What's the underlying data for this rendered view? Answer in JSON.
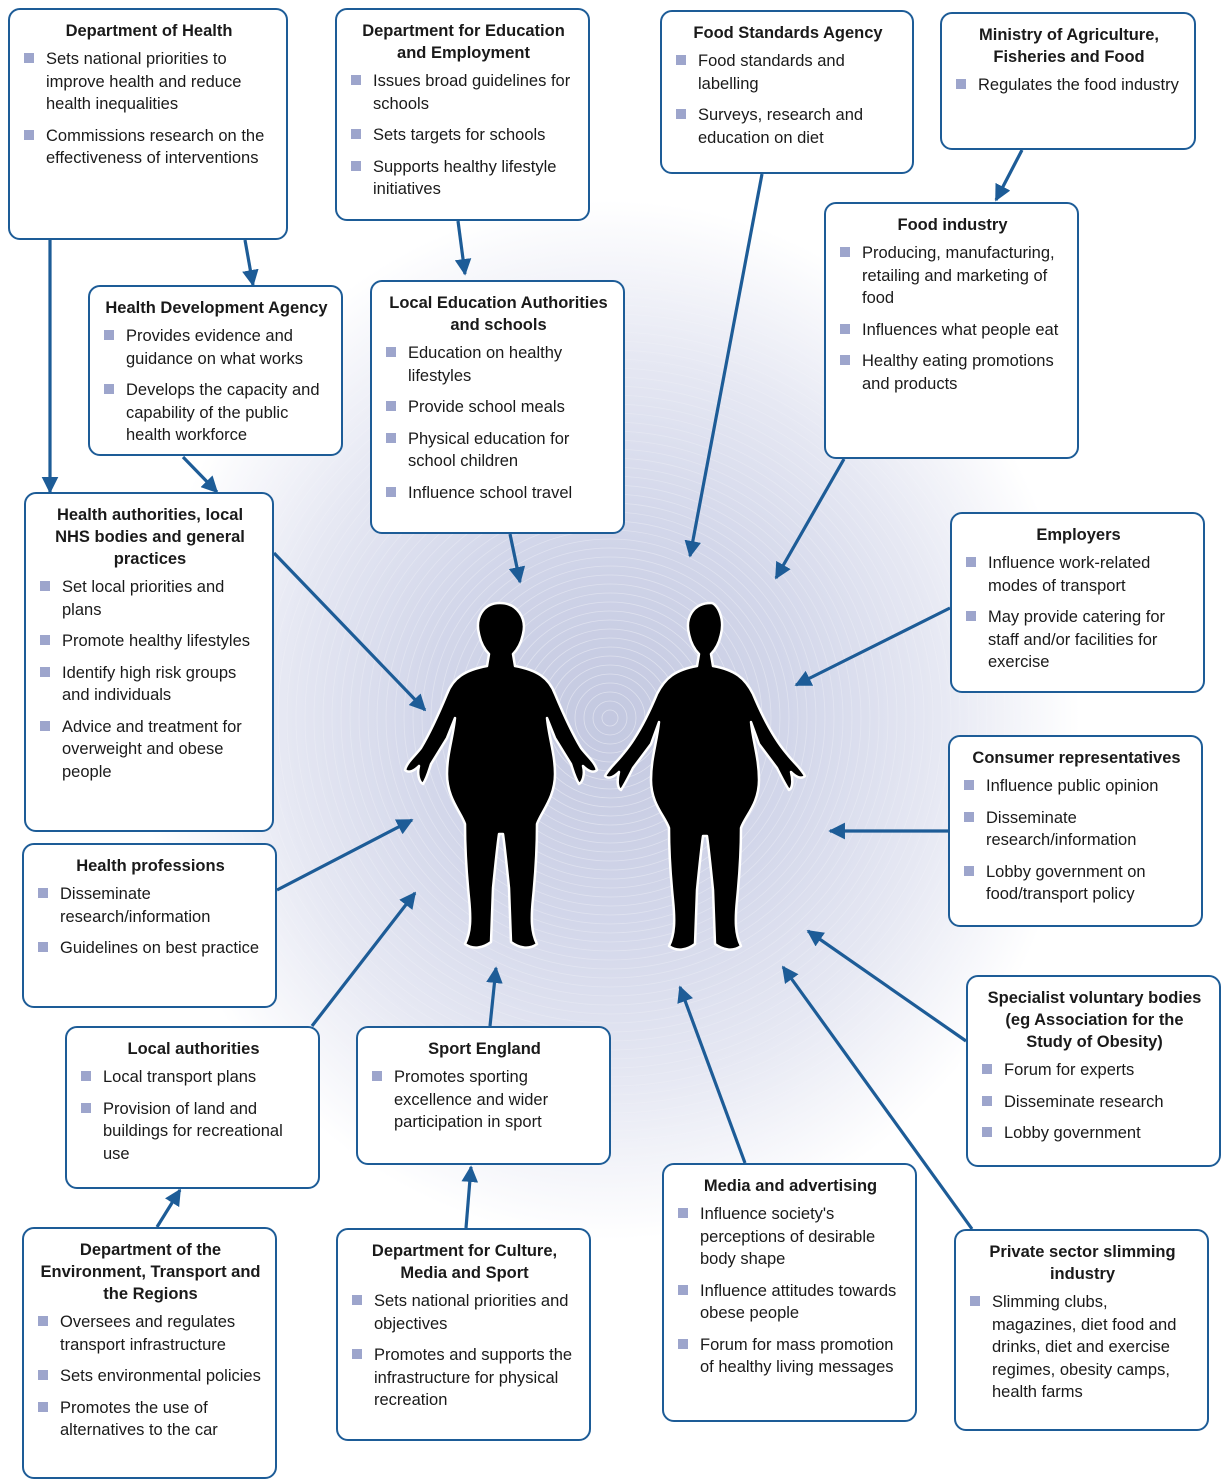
{
  "colors": {
    "border": "#1d5c97",
    "arrow": "#1d5c97",
    "bullet": "#9da5cc",
    "glow": "#c3c8e0"
  },
  "boxes": [
    {
      "key": "doh",
      "title": "Department of Health",
      "items": [
        "Sets national priorities to improve health and reduce health inequalities",
        "Commissions research on the effectiveness of interventions"
      ]
    },
    {
      "key": "dfee",
      "title": "Department for Education and Employment",
      "items": [
        "Issues broad guidelines for schools",
        "Sets targets for schools",
        "Supports healthy lifestyle initiatives"
      ]
    },
    {
      "key": "fsa",
      "title": "Food Standards Agency",
      "items": [
        "Food standards and labelling",
        "Surveys, research and education on diet"
      ]
    },
    {
      "key": "maff",
      "title": "Ministry of Agriculture, Fisheries and Food",
      "items": [
        "Regulates the food industry"
      ]
    },
    {
      "key": "hda",
      "title": "Health Development Agency",
      "items": [
        "Provides evidence and guidance on what works",
        "Develops the capacity and capability of the public health workforce"
      ]
    },
    {
      "key": "lea",
      "title": "Local Education Authorities and schools",
      "items": [
        "Education on healthy lifestyles",
        "Provide school meals",
        "Physical education for school children",
        "Influence school travel"
      ]
    },
    {
      "key": "food",
      "title": "Food industry",
      "items": [
        "Producing, manufacturing, retailing and marketing of food",
        "Influences what people eat",
        "Healthy eating promotions and products"
      ]
    },
    {
      "key": "nhs",
      "title": "Health authorities, local NHS bodies and general practices",
      "items": [
        "Set local priorities and plans",
        "Promote healthy lifestyles",
        "Identify high risk groups and individuals",
        "Advice and treatment for overweight and obese people"
      ]
    },
    {
      "key": "employers",
      "title": "Employers",
      "items": [
        "Influence work-related modes of transport",
        "May provide catering for staff and/or facilities for exercise"
      ]
    },
    {
      "key": "consumer",
      "title": "Consumer representatives",
      "items": [
        "Influence public opinion",
        "Disseminate research/information",
        "Lobby government on food/transport policy"
      ]
    },
    {
      "key": "hprof",
      "title": "Health professions",
      "items": [
        "Disseminate research/information",
        "Guidelines on best practice"
      ]
    },
    {
      "key": "voluntary",
      "title": "Specialist voluntary bodies (eg Association for the Study of Obesity)",
      "items": [
        "Forum for experts",
        "Disseminate research",
        "Lobby government"
      ]
    },
    {
      "key": "la",
      "title": "Local authorities",
      "items": [
        "Local transport plans",
        "Provision of land and buildings for recreational use"
      ]
    },
    {
      "key": "sport",
      "title": "Sport England",
      "items": [
        "Promotes sporting excellence and wider participation in sport"
      ]
    },
    {
      "key": "media",
      "title": "Media and advertising",
      "items": [
        "Influence society's perceptions of desirable body shape",
        "Influence attitudes towards obese people",
        "Forum for mass promotion of healthy living messages"
      ]
    },
    {
      "key": "slimming",
      "title": "Private sector slimming industry",
      "items": [
        "Slimming clubs, magazines, diet food and drinks, diet and exercise regimes, obesity camps, health farms"
      ]
    },
    {
      "key": "detr",
      "title": "Department of the Environment, Transport and the Regions",
      "items": [
        "Oversees and regulates transport infrastructure",
        "Sets environmental policies",
        "Promotes the use of alternatives to the car"
      ]
    },
    {
      "key": "dcms",
      "title": "Department for Culture, Media and Sport",
      "items": [
        "Sets national priorities and objectives",
        "Promotes and supports the infrastructure for physical recreation"
      ]
    }
  ]
}
